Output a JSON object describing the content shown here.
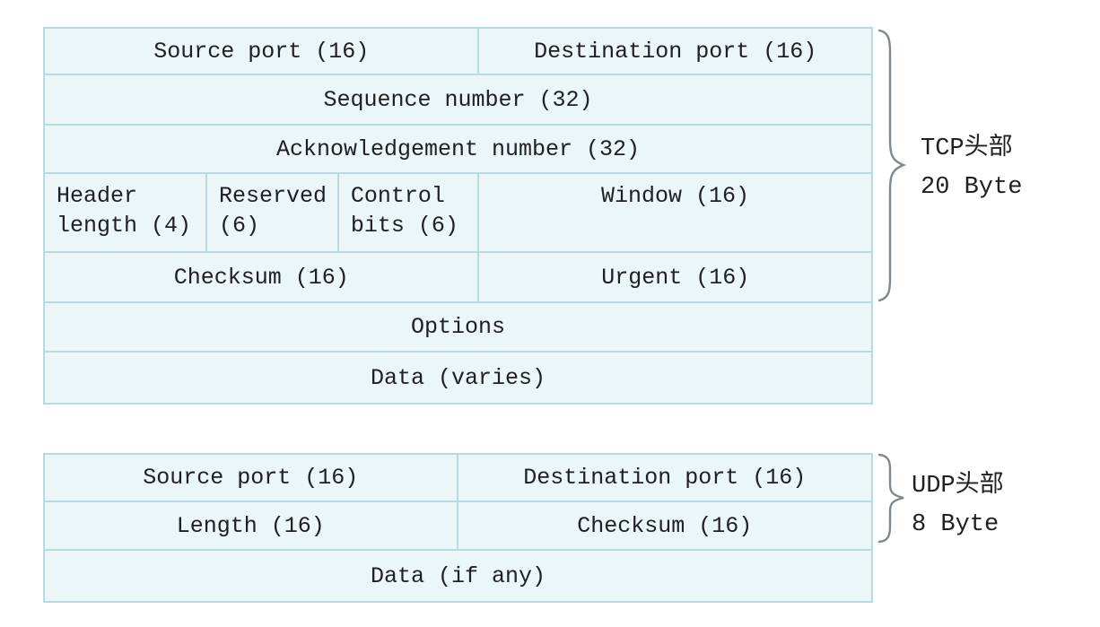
{
  "colors": {
    "cell_bg": "#eaf6f8",
    "grid_line": "#b7dbe1",
    "text": "#202020",
    "brace": "#7f888d"
  },
  "tcp": {
    "rows": [
      {
        "cells": [
          {
            "label": "Source port (16)"
          },
          {
            "label": "Destination port (16)"
          }
        ]
      },
      {
        "cells": [
          {
            "label": "Sequence number (32)"
          }
        ]
      },
      {
        "cells": [
          {
            "label": "Acknowledgement number (32)"
          }
        ]
      },
      {
        "cells": [
          {
            "label": "Header length (4)"
          },
          {
            "label": "Reserved (6)"
          },
          {
            "label": "Control bits (6)"
          },
          {
            "label": "Window (16)"
          }
        ]
      },
      {
        "cells": [
          {
            "label": "Checksum (16)"
          },
          {
            "label": "Urgent (16)"
          }
        ]
      },
      {
        "cells": [
          {
            "label": "Options"
          }
        ]
      },
      {
        "cells": [
          {
            "label": "Data (varies)"
          }
        ]
      }
    ],
    "annotation": {
      "line1": "TCP头部",
      "line2": "20 Byte"
    }
  },
  "udp": {
    "rows": [
      {
        "cells": [
          {
            "label": "Source port (16)"
          },
          {
            "label": "Destination port (16)"
          }
        ]
      },
      {
        "cells": [
          {
            "label": "Length (16)"
          },
          {
            "label": "Checksum (16)"
          }
        ]
      },
      {
        "cells": [
          {
            "label": "Data (if any)"
          }
        ]
      }
    ],
    "annotation": {
      "line1": "UDP头部",
      "line2": "8 Byte"
    }
  }
}
